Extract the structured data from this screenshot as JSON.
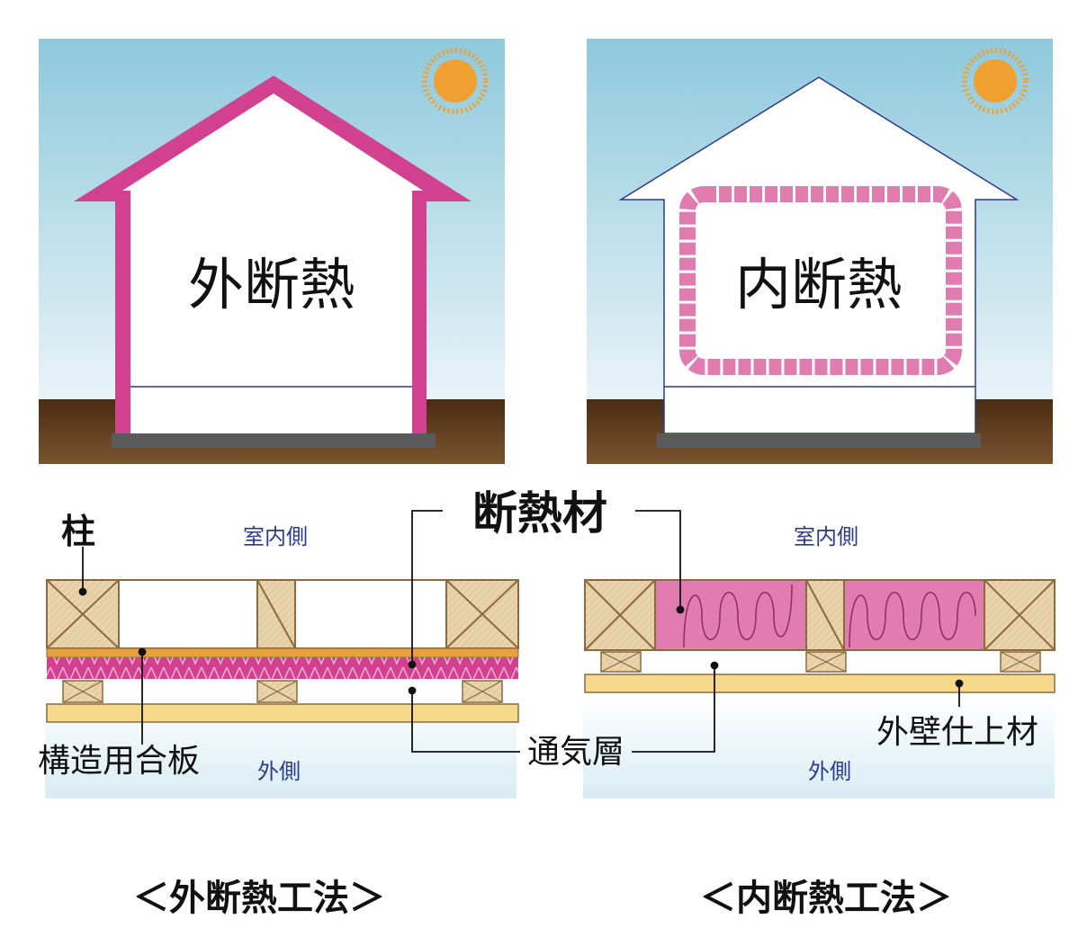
{
  "panels": {
    "left": {
      "house_label": "外断熱",
      "method_title": "＜外断熱工法＞",
      "inside_label": "室内側",
      "outside_label": "外側"
    },
    "right": {
      "house_label": "内断熱",
      "method_title": "＜内断熱工法＞",
      "inside_label": "室内側",
      "outside_label": "外側"
    }
  },
  "callouts": {
    "pillar": "柱",
    "insulation": "断熱材",
    "plywood": "構造用合板",
    "air_layer": "通気層",
    "exterior_finish": "外壁仕上材"
  },
  "colors": {
    "sky_top": "#8ec9dc",
    "sky_bottom": "#f2f8fb",
    "ground": "#5b3a1c",
    "insulation_pink": "#d2418f",
    "insulation_soft": "#e07cb0",
    "wood": "#e9d3ab",
    "wood_stroke": "#8b6a3e",
    "plywood": "#e8a23c",
    "finish": "#f6d98a",
    "sun": "#f0a030",
    "foundation": "#5a5a5a"
  }
}
